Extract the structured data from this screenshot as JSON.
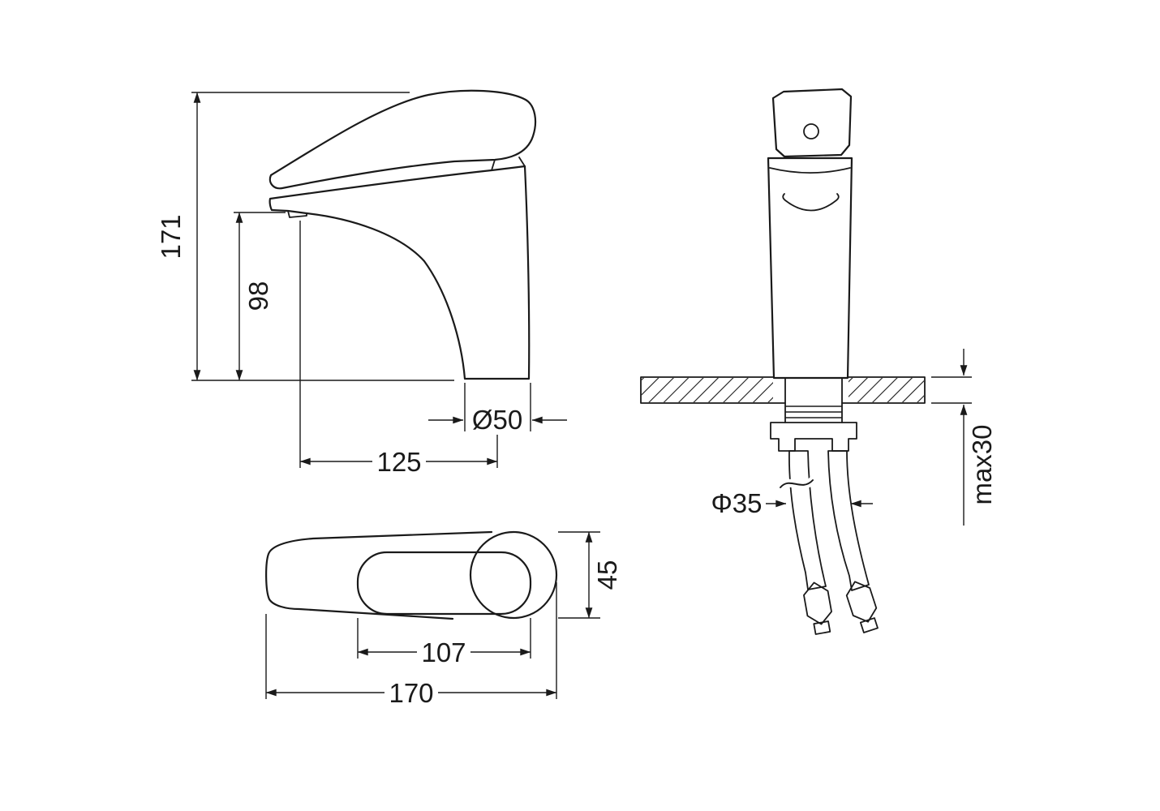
{
  "drawing": {
    "side": {
      "total_height": "171",
      "spout_height": "98",
      "base_diameter": "Ø50",
      "spout_reach": "125"
    },
    "top": {
      "body_width": "45",
      "lever_length": "107",
      "total_length": "170"
    },
    "front": {
      "hole_diameter": "Φ35",
      "max_deck_thickness": "max30"
    },
    "colors": {
      "line": "#1a1a1a",
      "background": "#ffffff"
    }
  }
}
